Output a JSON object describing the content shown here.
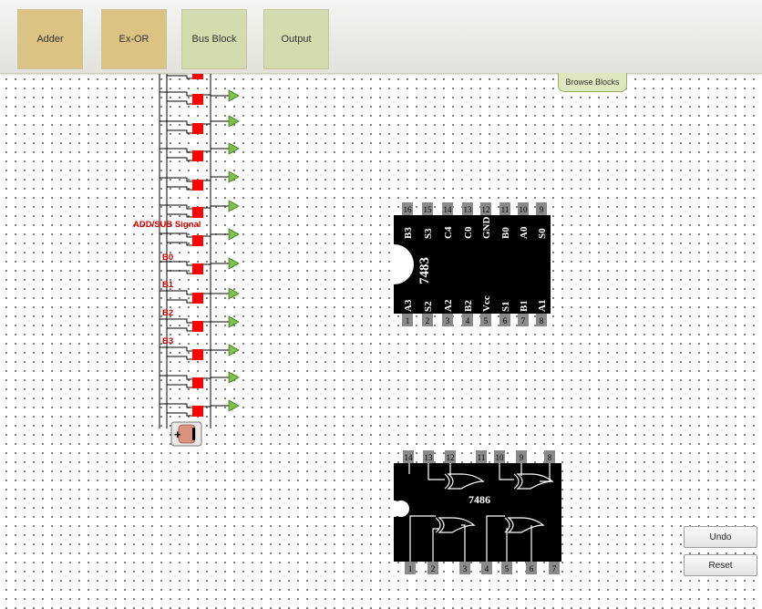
{
  "toolbar": {
    "blocks": [
      {
        "label": "Adder"
      },
      {
        "label": "Ex-OR"
      },
      {
        "label": "Bus Block"
      },
      {
        "label": "Output"
      }
    ],
    "browse_label": "Browse Blocks"
  },
  "circuit": {
    "signal_labels": {
      "addsub": "ADD/SUB  Signal",
      "b0": "B0",
      "b1": "B1",
      "b2": "B2",
      "b3": "B3"
    },
    "chip_7483": {
      "name": "7483",
      "top_pins": [
        "16",
        "15",
        "14",
        "13",
        "12",
        "11",
        "10",
        "9"
      ],
      "top_labels": [
        "B3",
        "S3",
        "C4",
        "C0",
        "GND",
        "B0",
        "A0",
        "S0"
      ],
      "bottom_pins": [
        "1",
        "2",
        "3",
        "4",
        "5",
        "6",
        "7",
        "8"
      ],
      "bottom_labels": [
        "A3",
        "S2",
        "A2",
        "B2",
        "Vcc",
        "S1",
        "B1",
        "A1"
      ]
    },
    "chip_7486": {
      "name": "7486",
      "top_pins": [
        "14",
        "13",
        "12",
        "11",
        "10",
        "9",
        "8"
      ],
      "bottom_pins": [
        "1",
        "2",
        "3",
        "4",
        "5",
        "6",
        "7"
      ]
    }
  },
  "actions": {
    "undo_label": "Undo",
    "reset_label": "Reset"
  },
  "colors": {
    "switch_red": "#ff0000",
    "led_green": "#7fc04a",
    "label_red": "#cc0000",
    "chip_body": "#000000",
    "pin_gray": "#8a8a8a"
  }
}
